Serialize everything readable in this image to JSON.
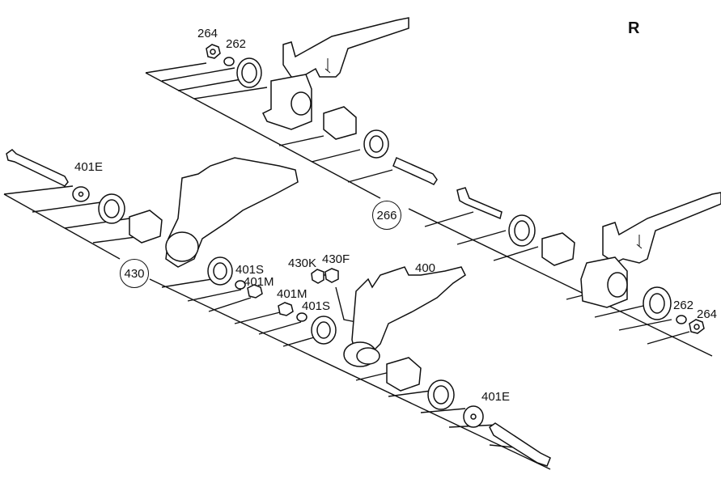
{
  "diagram": {
    "corner_label": "R",
    "callouts": {
      "c264_top": "264",
      "c262_top": "262",
      "c401E_left": "401E",
      "c401S_a": "401S",
      "c401M_a": "401M",
      "c430K": "430K",
      "c430F": "430F",
      "c400": "400",
      "c401M_b": "401M",
      "c401S_b": "401S",
      "c401E_right": "401E",
      "c262_right": "262",
      "c264_right": "264"
    },
    "circled": {
      "c430": "430",
      "c266": "266"
    }
  }
}
